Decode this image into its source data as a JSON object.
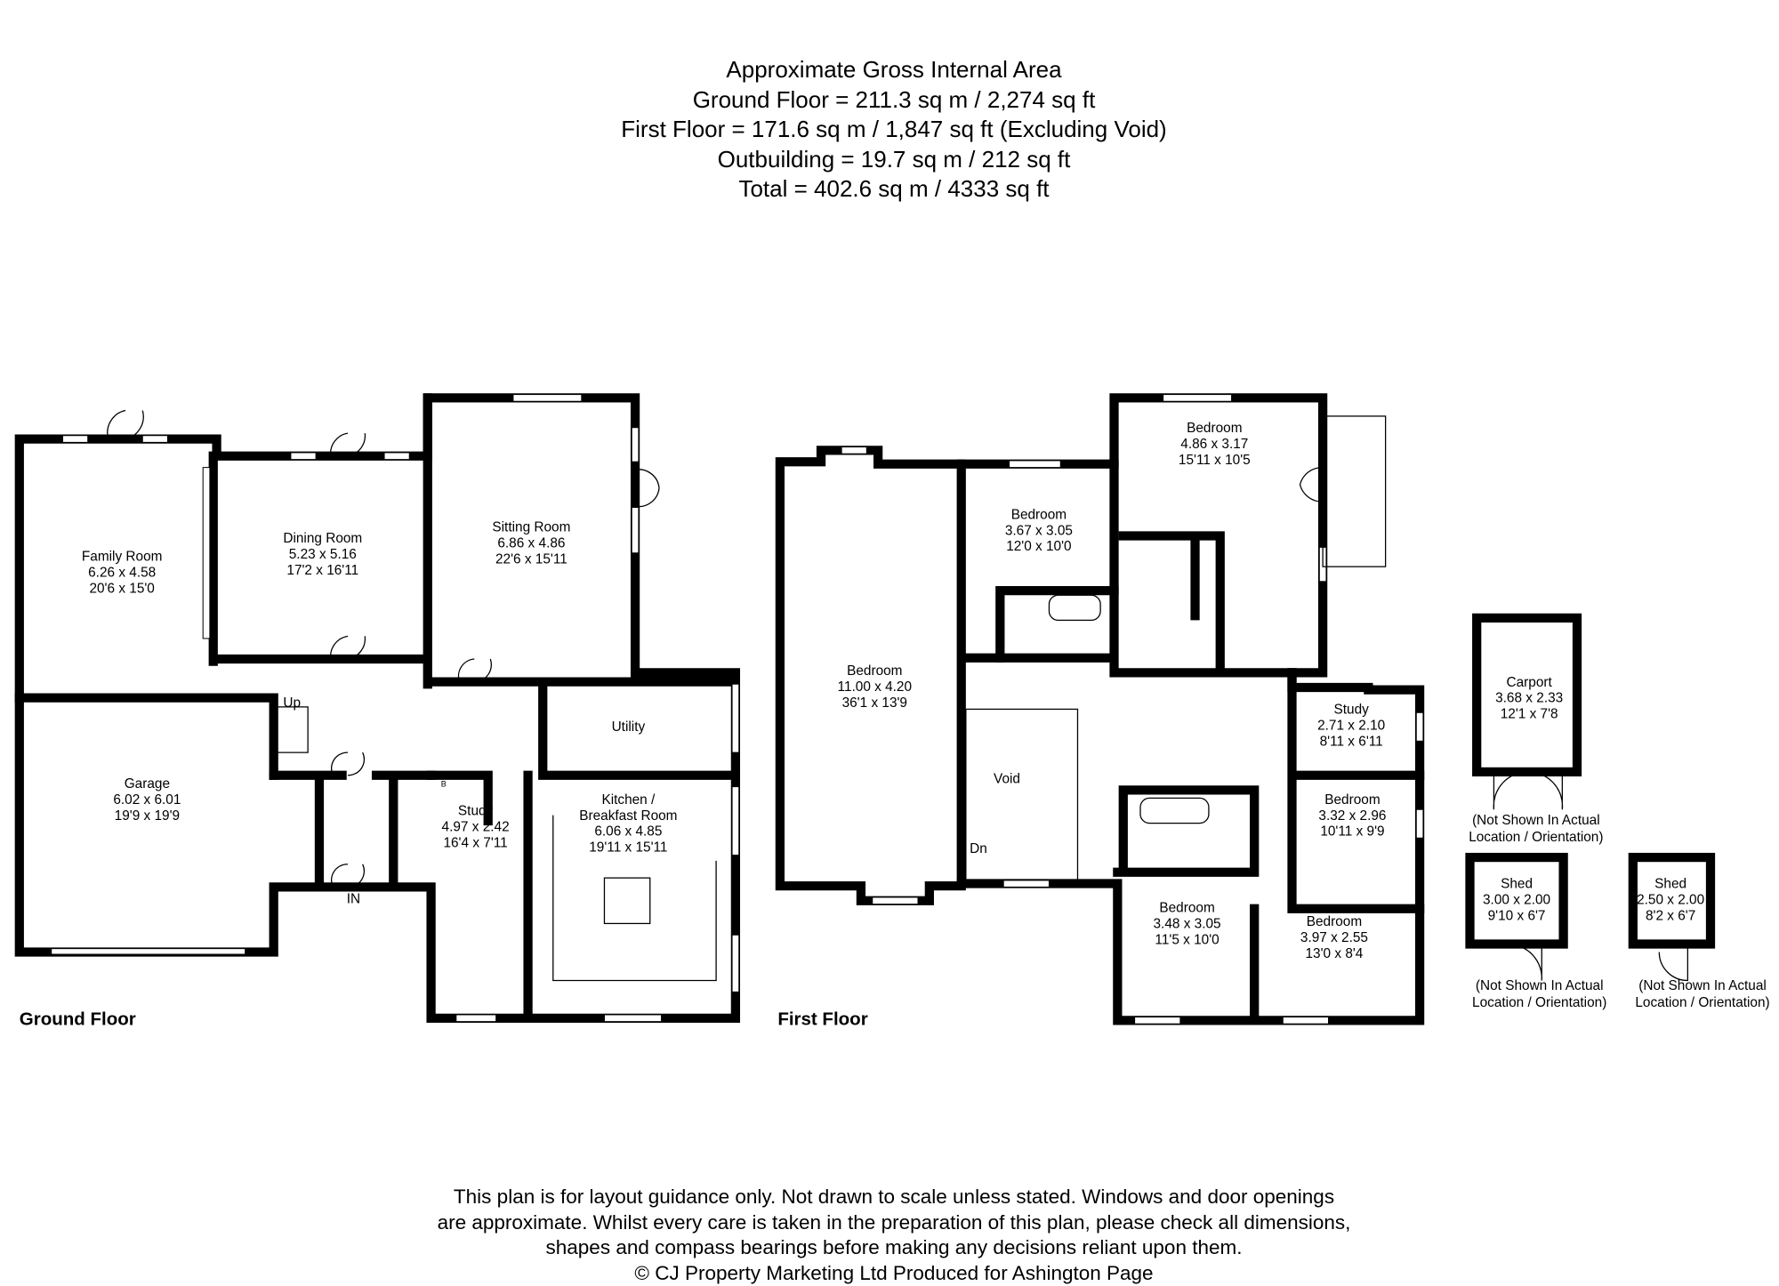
{
  "header": {
    "lines": [
      "Approximate Gross Internal Area",
      "Ground Floor = 211.3 sq m / 2,274 sq ft",
      "First Floor = 171.6 sq m / 1,847 sq ft (Excluding Void)",
      "Outbuilding = 19.7 sq m / 212 sq ft",
      "Total = 402.6 sq m / 4333 sq ft"
    ]
  },
  "ground_floor": {
    "title": "Ground Floor",
    "rooms": [
      {
        "name": "Family Room",
        "metric": "6.26 x 4.58",
        "imperial": "20'6 x 15'0"
      },
      {
        "name": "Dining Room",
        "metric": "5.23 x 5.16",
        "imperial": "17'2 x 16'11"
      },
      {
        "name": "Sitting Room",
        "metric": "6.86 x 4.86",
        "imperial": "22'6 x 15'11"
      },
      {
        "name": "Garage",
        "metric": "6.02 x 6.01",
        "imperial": "19'9 x 19'9"
      },
      {
        "name": "Utility",
        "metric": "",
        "imperial": ""
      },
      {
        "name": "Kitchen /",
        "metric": "Breakfast Room",
        "imperial": "6.06 x 4.85",
        "extra": "19'11 x 15'11"
      },
      {
        "name": "Study",
        "metric": "4.97 x 2.42",
        "imperial": "16'4 x 7'11"
      }
    ],
    "labels": {
      "up": "Up",
      "entrance": "IN",
      "boiler": "B"
    }
  },
  "first_floor": {
    "title": "First Floor",
    "rooms": [
      {
        "name": "Bedroom",
        "metric": "11.00 x 4.20",
        "imperial": "36'1 x 13'9"
      },
      {
        "name": "Bedroom",
        "metric": "3.67 x 3.05",
        "imperial": "12'0 x 10'0"
      },
      {
        "name": "Bedroom",
        "metric": "4.86 x 3.17",
        "imperial": "15'11 x 10'5"
      },
      {
        "name": "Study",
        "metric": "2.71 x 2.10",
        "imperial": "8'11 x 6'11"
      },
      {
        "name": "Bedroom",
        "metric": "3.32 x 2.96",
        "imperial": "10'11 x 9'9"
      },
      {
        "name": "Bedroom",
        "metric": "3.48 x 3.05",
        "imperial": "11'5 x 10'0"
      },
      {
        "name": "Bedroom",
        "metric": "3.97 x 2.55",
        "imperial": "13'0 x 8'4"
      },
      {
        "name": "Void",
        "metric": "",
        "imperial": ""
      }
    ],
    "labels": {
      "down": "Dn"
    }
  },
  "outbuildings": [
    {
      "name": "Carport",
      "metric": "3.68 x 2.33",
      "imperial": "12'1 x 7'8",
      "note1": "(Not Shown In Actual",
      "note2": "Location / Orientation)"
    },
    {
      "name": "Shed",
      "metric": "3.00 x 2.00",
      "imperial": "9'10 x 6'7",
      "note1": "(Not Shown In Actual",
      "note2": "Location / Orientation)"
    },
    {
      "name": "Shed",
      "metric": "2.50 x 2.00",
      "imperial": "8'2 x 6'7",
      "note1": "(Not Shown In Actual",
      "note2": "Location / Orientation)"
    }
  ],
  "footer": {
    "lines": [
      "This plan is for layout guidance only. Not drawn to scale unless stated. Windows and door openings",
      "are approximate. Whilst every care is taken in the preparation of this plan, please check all dimensions,",
      "shapes and compass bearings before making any decisions reliant upon them.",
      "© CJ Property Marketing Ltd Produced for Ashington Page"
    ]
  }
}
